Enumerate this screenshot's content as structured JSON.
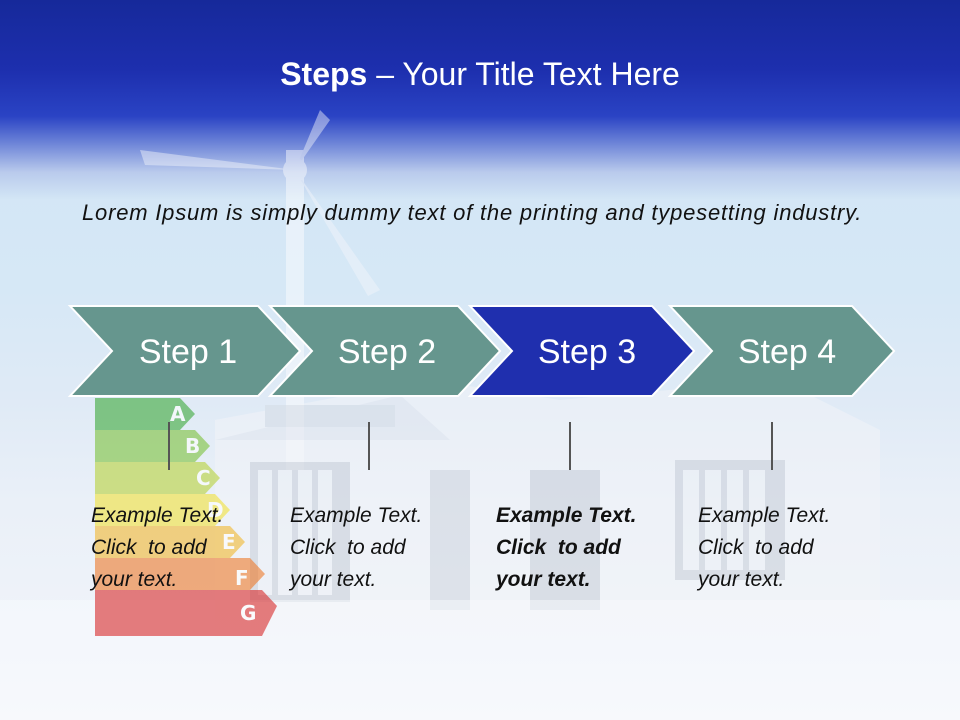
{
  "title": {
    "bold": "Steps",
    "rest": " – Your Title Text Here"
  },
  "body_text": "Lorem Ipsum is simply dummy text of the printing and typesetting industry.",
  "energy_labels": [
    "A",
    "B",
    "C",
    "D",
    "E",
    "F",
    "G"
  ],
  "steps": [
    {
      "label": "Step 1",
      "fill": "#66968e",
      "active": false
    },
    {
      "label": "Step 2",
      "fill": "#66968e",
      "active": false
    },
    {
      "label": "Step 3",
      "fill": "#1f2fae",
      "active": true
    },
    {
      "label": "Step 4",
      "fill": "#66968e",
      "active": false
    }
  ],
  "examples": [
    {
      "line1": "Example Text.",
      "line2": "Click  to add",
      "line3": "your text."
    },
    {
      "line1": "Example Text.",
      "line2": "Click  to add",
      "line3": "your text."
    },
    {
      "line1": "Example Text.",
      "line2": "Click  to add",
      "line3": "your text."
    },
    {
      "line1": "Example Text.",
      "line2": "Click  to add",
      "line3": "your text."
    }
  ]
}
